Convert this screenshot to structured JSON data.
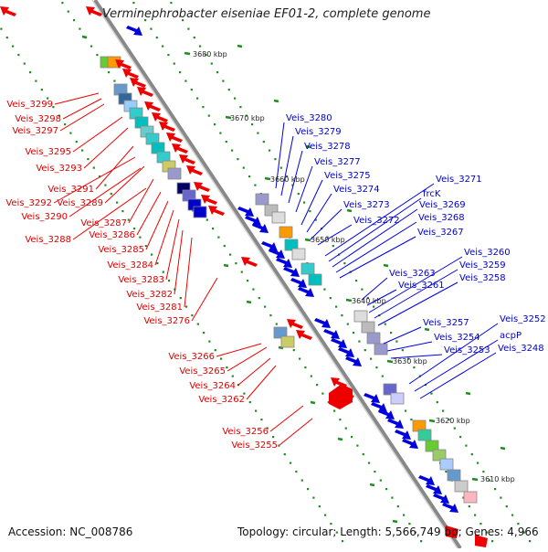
{
  "title": "Verminephrobacter eiseniae EF01-2, complete genome",
  "accession_text": "Accession: NC_008786",
  "topology_text": "Topology: circular; Length: 5,566,749 bp; Genes: 4,966",
  "colors": {
    "backbone": "#808080",
    "reverse_strand": "#ee0000",
    "forward_strand": "#0000dd",
    "tick_dots": "#228b22",
    "label_lines_left": "#ee0000",
    "label_lines_right": "#0000dd"
  },
  "scale": {
    "unit": "kbp",
    "ticks": [
      "3680 kbp",
      "3670 kbp",
      "3660 kbp",
      "3650 kbp",
      "3640 kbp",
      "3630 kbp",
      "3620 kbp",
      "3610 kbp"
    ]
  },
  "left_labels": [
    "Veis_3299",
    "Veis_3298",
    "Veis_3297",
    "Veis_3295",
    "Veis_3293",
    "Veis_3291",
    "Veis_3292",
    "Veis_3289",
    "Veis_3290",
    "Veis_3287",
    "Veis_3288",
    "Veis_3286",
    "Veis_3285",
    "Veis_3284",
    "Veis_3283",
    "Veis_3282",
    "Veis_3281",
    "Veis_3276",
    "Veis_3266",
    "Veis_3265",
    "Veis_3264",
    "Veis_3262",
    "Veis_3256",
    "Veis_3255"
  ],
  "right_labels": [
    "Veis_3280",
    "Veis_3279",
    "Veis_3278",
    "Veis_3277",
    "Veis_3275",
    "Veis_3274",
    "Veis_3273",
    "Veis_3272",
    "Veis_3271",
    "frcK",
    "Veis_3269",
    "Veis_3268",
    "Veis_3267",
    "Veis_3263",
    "Veis_3261",
    "Veis_3260",
    "Veis_3259",
    "Veis_3258",
    "Veis_3257",
    "Veis_3254",
    "Veis_3253",
    "Veis_3252",
    "acpP",
    "Veis_3248"
  ]
}
